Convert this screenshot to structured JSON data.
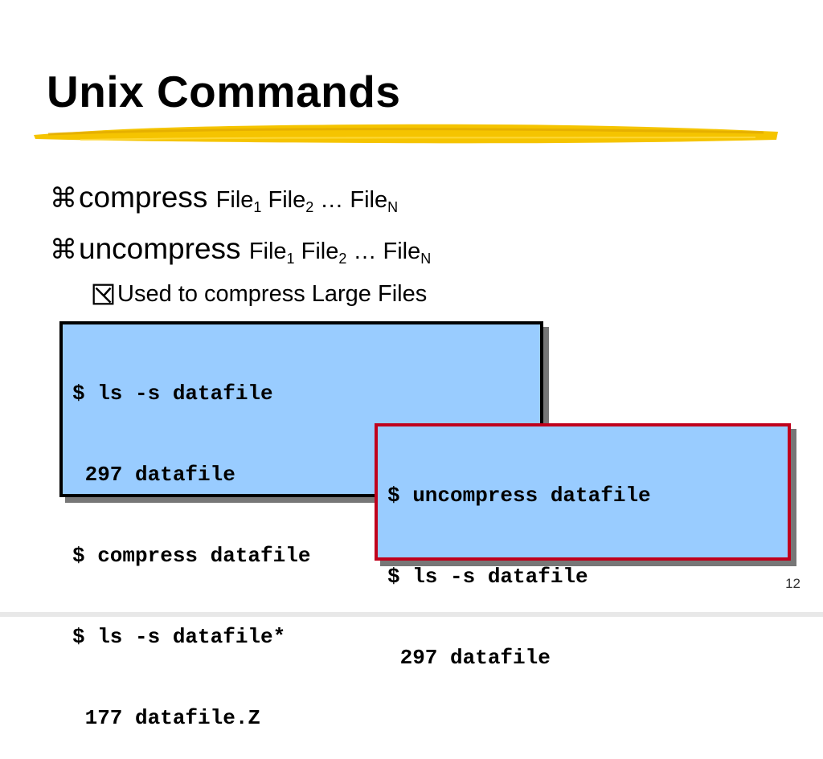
{
  "slide": {
    "title": "Unix Commands",
    "page_number": "12",
    "accent_color": "#f5c400"
  },
  "bullets": [
    {
      "glyph": "⌘",
      "command": "compress",
      "args": [
        {
          "name": "File",
          "sub": "1"
        },
        {
          "name": "File",
          "sub": "2"
        },
        {
          "sep": "…"
        },
        {
          "name": "File",
          "sub": "N"
        }
      ]
    },
    {
      "glyph": "⌘",
      "command": "uncompress",
      "args": [
        {
          "name": "File",
          "sub": "1"
        },
        {
          "name": "File",
          "sub": "2"
        },
        {
          "sep": "…"
        },
        {
          "name": "File",
          "sub": "N"
        }
      ]
    }
  ],
  "sub_bullet": {
    "icon": "checkbox-x-icon",
    "text": "Used to compress Large Files"
  },
  "terminal_left": {
    "border_color": "#000000",
    "lines": [
      "$ ls -s datafile",
      " 297 datafile",
      "$ compress datafile",
      "$ ls -s datafile*",
      " 177 datafile.Z"
    ]
  },
  "terminal_right": {
    "border_color": "#c0001c",
    "lines": [
      "$ uncompress datafile",
      "$ ls -s datafile",
      " 297 datafile"
    ]
  }
}
